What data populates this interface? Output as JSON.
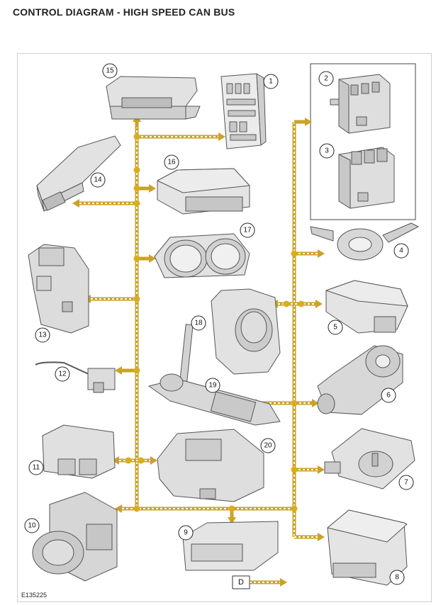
{
  "title": "CONTROL DIAGRAM - HIGH SPEED CAN BUS",
  "figure_id": "E135225",
  "connector_label": "D",
  "colors": {
    "bus_line": "#c9a227",
    "bus_fill": "#ffffff",
    "node": "#d8ad22",
    "component_fill": "#e6e6e6",
    "component_stroke": "#555555",
    "frame": "#cfcfcf"
  },
  "components": {
    "c1": "1",
    "c2": "2",
    "c3": "3",
    "c4": "4",
    "c5": "5",
    "c6": "6",
    "c7": "7",
    "c8": "8",
    "c9": "9",
    "c10": "10",
    "c11": "11",
    "c12": "12",
    "c13": "13",
    "c14": "14",
    "c15": "15",
    "c16": "16",
    "c17": "17",
    "c18": "18",
    "c19": "19",
    "c20": "20"
  }
}
